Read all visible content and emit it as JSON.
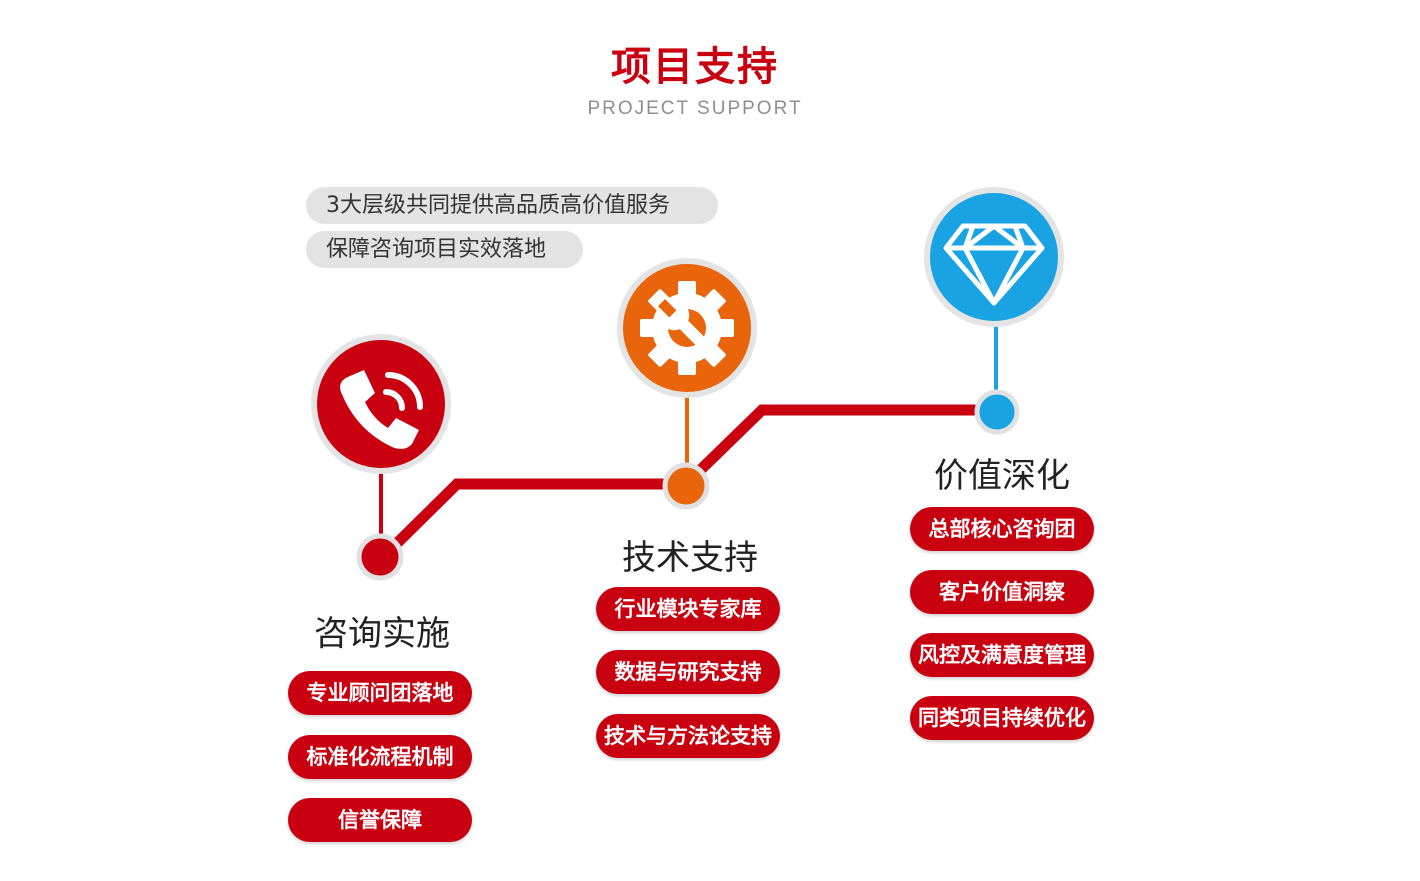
{
  "header": {
    "title": "项目支持",
    "subtitle": "PROJECT SUPPORT"
  },
  "intro": [
    "3大层级共同提供高品质高价值服务",
    "保障咨询项目实效落地"
  ],
  "colors": {
    "brand_red": "#c8000f",
    "accent_orange": "#e8650c",
    "accent_blue": "#1aa3e3",
    "pill_gray": "#e3e3e3"
  },
  "stages": [
    {
      "title": "咨询实施",
      "icon": "phone-icon",
      "color": "#c8000f",
      "items": [
        "专业顾问团落地",
        "标准化流程机制",
        "信誉保障"
      ]
    },
    {
      "title": "技术支持",
      "icon": "gear-wrench-icon",
      "color": "#e8650c",
      "items": [
        "行业模块专家库",
        "数据与研究支持",
        "技术与方法论支持"
      ]
    },
    {
      "title": "价值深化",
      "icon": "diamond-icon",
      "color": "#1aa3e3",
      "items": [
        "总部核心咨询团",
        "客户价值洞察",
        "风控及满意度管理",
        "同类项目持续优化"
      ]
    }
  ]
}
